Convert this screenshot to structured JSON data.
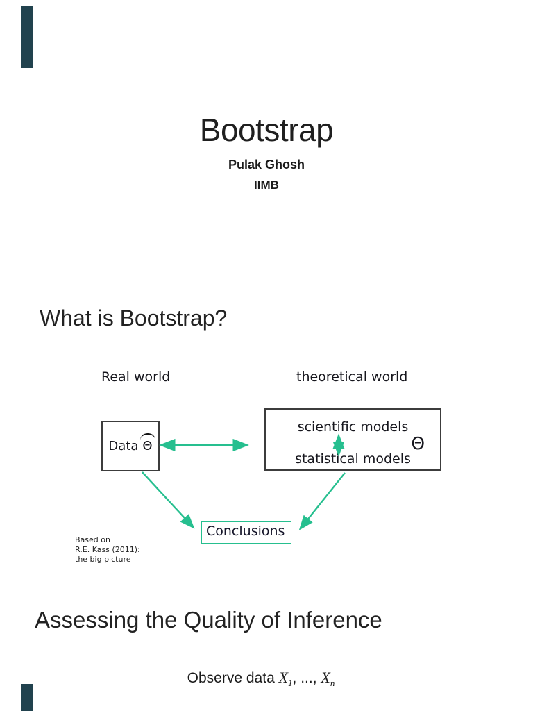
{
  "colors": {
    "arrow_green": "#26bf8f",
    "edge_bar": "#21424e",
    "text_dark": "#1c1c1c"
  },
  "title_block": {
    "title": "Bootstrap",
    "author": "Pulak Ghosh",
    "affiliation": "IIMB"
  },
  "section_what": {
    "heading": "What is Bootstrap?"
  },
  "diagram": {
    "left_label": "Real world",
    "right_label": "theoretical world",
    "data_box": {
      "text": "Data",
      "symbol": "Θ"
    },
    "models_box": {
      "top": "scientific models",
      "bottom": "statistical models",
      "symbol": "Θ"
    },
    "conclusions_label": "Conclusions",
    "credit_lines": [
      "Based on",
      "R.E. Kass (2011):",
      "the big picture"
    ]
  },
  "section_assess": {
    "heading": "Assessing the Quality of Inference"
  },
  "observe": {
    "prefix": "Observe data ",
    "x1_base": "X",
    "x1_sub": "1",
    "mid": ", ..., ",
    "x2_base": "X",
    "x2_sub": "n"
  }
}
